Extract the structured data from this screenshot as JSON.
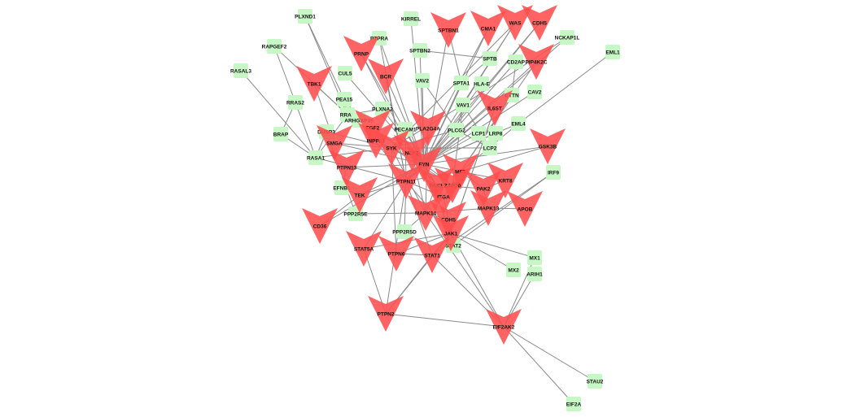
{
  "colors": {
    "edge": "#8a8a8a",
    "square_node": "#c7f7c4",
    "arrow_node": "#ff4d4d",
    "label": "#111111"
  },
  "nodes": [
    {
      "id": "PLXND1",
      "label": "PLXND1",
      "shape": "square"
    },
    {
      "id": "KIRREL",
      "label": "KIRREL",
      "shape": "square"
    },
    {
      "id": "SPTBN1",
      "label": "SPTBN1",
      "shape": "arrow"
    },
    {
      "id": "CMA1",
      "label": "CMA1",
      "shape": "arrow"
    },
    {
      "id": "WAS",
      "label": "WAS",
      "shape": "arrow"
    },
    {
      "id": "CDH5",
      "label": "CDH5",
      "shape": "arrow"
    },
    {
      "id": "NCKAP1L",
      "label": "NCKAP1L",
      "shape": "square"
    },
    {
      "id": "EML1",
      "label": "EML1",
      "shape": "square"
    },
    {
      "id": "RAPGEF2",
      "label": "RAPGEF2",
      "shape": "square"
    },
    {
      "id": "PRNP",
      "label": "PRNP",
      "shape": "arrow"
    },
    {
      "id": "PTPRA",
      "label": "PTPRA",
      "shape": "square"
    },
    {
      "id": "SPTBN2",
      "label": "SPTBN2",
      "shape": "square"
    },
    {
      "id": "SPTB",
      "label": "SPTB",
      "shape": "square"
    },
    {
      "id": "CD2AP",
      "label": "CD2AP",
      "shape": "square"
    },
    {
      "id": "PIP4K2C",
      "label": "PIP4K2C",
      "shape": "arrow"
    },
    {
      "id": "RASAL3",
      "label": "RASAL3",
      "shape": "square"
    },
    {
      "id": "TBK1",
      "label": "TBK1",
      "shape": "arrow"
    },
    {
      "id": "CUL5",
      "label": "CUL5",
      "shape": "square"
    },
    {
      "id": "BCR",
      "label": "BCR",
      "shape": "arrow"
    },
    {
      "id": "VAV2",
      "label": "VAV2",
      "shape": "square"
    },
    {
      "id": "SPTA1",
      "label": "SPTA1",
      "shape": "square"
    },
    {
      "id": "HLA-E",
      "label": "HLA-E",
      "shape": "square"
    },
    {
      "id": "CTTN",
      "label": "CTTN",
      "shape": "square"
    },
    {
      "id": "CAV2",
      "label": "CAV2",
      "shape": "square"
    },
    {
      "id": "PEA15",
      "label": "PEA15",
      "shape": "square"
    },
    {
      "id": "RRAS2",
      "label": "RRAS2",
      "shape": "square"
    },
    {
      "id": "PLXNA2",
      "label": "PLXNA2",
      "shape": "square"
    },
    {
      "id": "VAV1",
      "label": "VAV1",
      "shape": "square"
    },
    {
      "id": "IL6ST",
      "label": "IL6ST",
      "shape": "arrow"
    },
    {
      "id": "RRAS",
      "label": "RRAS",
      "shape": "square"
    },
    {
      "id": "ARHGAP35",
      "label": "ARHGAP35",
      "shape": "square"
    },
    {
      "id": "FGF2",
      "label": "FGF2",
      "shape": "arrow"
    },
    {
      "id": "PECAM1",
      "label": "PECAM1",
      "shape": "square"
    },
    {
      "id": "PLA2G4A",
      "label": "PLA2G4A",
      "shape": "arrow"
    },
    {
      "id": "PLCG2",
      "label": "PLCG2",
      "shape": "square"
    },
    {
      "id": "LCP1",
      "label": "LCP1",
      "shape": "square"
    },
    {
      "id": "LRP8",
      "label": "LRP8",
      "shape": "square"
    },
    {
      "id": "EML4",
      "label": "EML4",
      "shape": "square"
    },
    {
      "id": "BRAP",
      "label": "BRAP",
      "shape": "square"
    },
    {
      "id": "DUSP3",
      "label": "DUSP3",
      "shape": "square"
    },
    {
      "id": "INPPL1",
      "label": "INPPL1",
      "shape": "arrow"
    },
    {
      "id": "SYK",
      "label": "SYK",
      "shape": "arrow"
    },
    {
      "id": "NCF1",
      "label": "NCF1",
      "shape": "arrow"
    },
    {
      "id": "GSK3B",
      "label": "GSK3B",
      "shape": "arrow"
    },
    {
      "id": "SMGA",
      "label": "SMGA",
      "shape": "arrow"
    },
    {
      "id": "LCP2",
      "label": "LCP2",
      "shape": "square"
    },
    {
      "id": "RASA1",
      "label": "RASA1",
      "shape": "square"
    },
    {
      "id": "PTPN13",
      "label": "PTPN13",
      "shape": "arrow"
    },
    {
      "id": "FYN",
      "label": "FYN",
      "shape": "arrow"
    },
    {
      "id": "MET",
      "label": "MET",
      "shape": "arrow"
    },
    {
      "id": "IRF9",
      "label": "IRF9",
      "shape": "square"
    },
    {
      "id": "KRT8",
      "label": "KRT8",
      "shape": "arrow"
    },
    {
      "id": "EFNB1",
      "label": "EFNB1",
      "shape": "square"
    },
    {
      "id": "TEK",
      "label": "TEK",
      "shape": "arrow"
    },
    {
      "id": "PTPN11",
      "label": "PTPN11",
      "shape": "arrow"
    },
    {
      "id": "PAK1",
      "label": "PAK1",
      "shape": "arrow"
    },
    {
      "id": "ZAP70",
      "label": "ZAP70",
      "shape": "arrow"
    },
    {
      "id": "ITGA",
      "label": "ITGA",
      "shape": "arrow"
    },
    {
      "id": "PAK2",
      "label": "PAK2",
      "shape": "arrow"
    },
    {
      "id": "MAPK13",
      "label": "MAPK13",
      "shape": "arrow"
    },
    {
      "id": "APOB",
      "label": "APOB",
      "shape": "arrow"
    },
    {
      "id": "PPP2R5E",
      "label": "PPP2R5E",
      "shape": "square"
    },
    {
      "id": "MAPK14",
      "label": "MAPK14",
      "shape": "arrow"
    },
    {
      "id": "CD36",
      "label": "CD36",
      "shape": "arrow"
    },
    {
      "id": "CDH5b",
      "label": "CDH5",
      "shape": "arrow"
    },
    {
      "id": "PPP2R5D",
      "label": "PPP2R5D",
      "shape": "square"
    },
    {
      "id": "JAK1",
      "label": "JAK1",
      "shape": "arrow"
    },
    {
      "id": "STAT5A",
      "label": "STAT5A",
      "shape": "arrow"
    },
    {
      "id": "STAT2",
      "label": "STAT2",
      "shape": "square"
    },
    {
      "id": "PTPN6",
      "label": "PTPN6",
      "shape": "arrow"
    },
    {
      "id": "STAT1",
      "label": "STAT1",
      "shape": "arrow"
    },
    {
      "id": "MX1",
      "label": "MX1",
      "shape": "square"
    },
    {
      "id": "MX2",
      "label": "MX2",
      "shape": "square"
    },
    {
      "id": "ARIH1",
      "label": "ARIH1",
      "shape": "square"
    },
    {
      "id": "PTPN2",
      "label": "PTPN2",
      "shape": "arrow"
    },
    {
      "id": "EIF2AK2",
      "label": "EIF2AK2",
      "shape": "arrow"
    },
    {
      "id": "STAU2",
      "label": "STAU2",
      "shape": "square"
    },
    {
      "id": "EIF2A",
      "label": "EIF2A",
      "shape": "square"
    }
  ],
  "edges": [
    [
      "RASAL3",
      "RASA1"
    ],
    [
      "RAPGEF2",
      "RRAS2"
    ],
    [
      "RAPGEF2",
      "RRAS"
    ],
    [
      "PLXND1",
      "RRAS"
    ],
    [
      "PLXND1",
      "PEA15"
    ],
    [
      "RRAS2",
      "BRAP"
    ],
    [
      "RRAS2",
      "RASA1"
    ],
    [
      "RRAS",
      "RASA1"
    ],
    [
      "RRAS",
      "PEA15"
    ],
    [
      "RRAS",
      "ARHGAP35"
    ],
    [
      "RRAS",
      "PLXNA2"
    ],
    [
      "TBK1",
      "RRAS"
    ],
    [
      "TBK1",
      "SMGA"
    ],
    [
      "BRAP",
      "RASA1"
    ],
    [
      "DUSP3",
      "RASA1"
    ],
    [
      "RASA1",
      "SYK"
    ],
    [
      "RASA1",
      "PTPN11"
    ],
    [
      "EFNB1",
      "TEK"
    ],
    [
      "EFNB1",
      "PTPN13"
    ],
    [
      "TEK",
      "PTPN11"
    ],
    [
      "TEK",
      "FYN"
    ],
    [
      "PTPN13",
      "FYN"
    ],
    [
      "CD36",
      "FYN"
    ],
    [
      "PPP2R5E",
      "MAPK14"
    ],
    [
      "PPP2R5E",
      "DUSP3"
    ],
    [
      "PPP2R5D",
      "MAPK14"
    ],
    [
      "PPP2R5D",
      "PTPN11"
    ],
    [
      "STAT5A",
      "JAK1"
    ],
    [
      "STAT5A",
      "PTPN11"
    ],
    [
      "STAT5A",
      "PTPN2"
    ],
    [
      "PTPN6",
      "JAK1"
    ],
    [
      "PTPN6",
      "SYK"
    ],
    [
      "PTPN6",
      "STAT1"
    ],
    [
      "PTPN2",
      "JAK1"
    ],
    [
      "PTPN2",
      "STAT1"
    ],
    [
      "PTPN2",
      "EIF2AK2"
    ],
    [
      "PTPN2",
      "PTPN11"
    ],
    [
      "STAT1",
      "JAK1"
    ],
    [
      "STAT1",
      "EIF2AK2"
    ],
    [
      "STAT1",
      "IRF9"
    ],
    [
      "STAT2",
      "JAK1"
    ],
    [
      "STAT2",
      "IRF9"
    ],
    [
      "JAK1",
      "EIF2AK2"
    ],
    [
      "JAK1",
      "IL6ST"
    ],
    [
      "JAK1",
      "MX1"
    ],
    [
      "JAK1",
      "MX2"
    ],
    [
      "EIF2AK2",
      "MX1"
    ],
    [
      "EIF2AK2",
      "ARIH1"
    ],
    [
      "EIF2AK2",
      "STAU2"
    ],
    [
      "EIF2AK2",
      "EIF2A"
    ],
    [
      "EIF2AK2",
      "MAPK14"
    ],
    [
      "MAPK14",
      "MAPK13"
    ],
    [
      "MAPK14",
      "CDH5b"
    ],
    [
      "MAPK14",
      "PAK1"
    ],
    [
      "MAPK13",
      "APOB"
    ],
    [
      "MAPK13",
      "PAK2"
    ],
    [
      "KRT8",
      "PAK2"
    ],
    [
      "KRT8",
      "MET"
    ],
    [
      "GSK3B",
      "MET"
    ],
    [
      "GSK3B",
      "FYN"
    ],
    [
      "EML4",
      "EML1"
    ],
    [
      "EML4",
      "MET"
    ],
    [
      "LCP2",
      "VAV1"
    ],
    [
      "LCP2",
      "SYK"
    ],
    [
      "LCP1",
      "LCP2"
    ],
    [
      "LRP8",
      "FYN"
    ],
    [
      "PLCG2",
      "SYK"
    ],
    [
      "PLCG2",
      "VAV1"
    ],
    [
      "PLCG2",
      "LCP2"
    ],
    [
      "VAV1",
      "SYK"
    ],
    [
      "VAV1",
      "ZAP70"
    ],
    [
      "VAV1",
      "WAS"
    ],
    [
      "VAV1",
      "NCKAP1L"
    ],
    [
      "VAV2",
      "PLCG2"
    ],
    [
      "VAV2",
      "FYN"
    ],
    [
      "SPTA1",
      "SPTB"
    ],
    [
      "SPTA1",
      "SPTBN1"
    ],
    [
      "SPTB",
      "SPTBN2"
    ],
    [
      "SPTBN2",
      "FYN"
    ],
    [
      "SPTBN1",
      "FYN"
    ],
    [
      "CMA1",
      "PTPN11"
    ],
    [
      "WAS",
      "FYN"
    ],
    [
      "WAS",
      "SYK"
    ],
    [
      "CDH5",
      "PTPN11"
    ],
    [
      "CDH5",
      "FYN"
    ],
    [
      "NCKAP1L",
      "FYN"
    ],
    [
      "CD2AP",
      "FYN"
    ],
    [
      "CD2AP",
      "CTTN"
    ],
    [
      "PIP4K2C",
      "FYN"
    ],
    [
      "CTTN",
      "MET"
    ],
    [
      "CAV2",
      "FYN"
    ],
    [
      "HLA-E",
      "FYN"
    ],
    [
      "IL6ST",
      "PTPN11"
    ],
    [
      "IL6ST",
      "FYN"
    ],
    [
      "KIRREL",
      "FYN"
    ],
    [
      "PTPRA",
      "FYN"
    ],
    [
      "PTPRA",
      "PTPN11"
    ],
    [
      "PRNP",
      "FYN"
    ],
    [
      "PRNP",
      "NCF1"
    ],
    [
      "BCR",
      "FYN"
    ],
    [
      "BCR",
      "PTPN11"
    ],
    [
      "CUL5",
      "FYN"
    ],
    [
      "PEA15",
      "PTPN11"
    ],
    [
      "PLXNA2",
      "FYN"
    ],
    [
      "ARHGAP35",
      "FYN"
    ],
    [
      "FGF2",
      "FYN"
    ],
    [
      "PECAM1",
      "PTPN11"
    ],
    [
      "PECAM1",
      "FYN"
    ],
    [
      "PLA2G4A",
      "FYN"
    ],
    [
      "PLA2G4A",
      "MAPK14"
    ],
    [
      "INPPL1",
      "SYK"
    ],
    [
      "INPPL1",
      "FYN"
    ],
    [
      "SYK",
      "FYN"
    ],
    [
      "SYK",
      "ZAP70"
    ],
    [
      "NCF1",
      "FYN"
    ],
    [
      "NCF1",
      "PAK1"
    ],
    [
      "SMGA",
      "FYN"
    ],
    [
      "SMGA",
      "SYK"
    ],
    [
      "FYN",
      "PTPN11"
    ],
    [
      "FYN",
      "MET"
    ],
    [
      "FYN",
      "PAK1"
    ],
    [
      "FYN",
      "ITGA"
    ],
    [
      "FYN",
      "ZAP70"
    ],
    [
      "FYN",
      "JAK1"
    ],
    [
      "PTPN11",
      "MET"
    ],
    [
      "PTPN11",
      "JAK1"
    ],
    [
      "PTPN11",
      "STAT1"
    ],
    [
      "PTPN11",
      "ITGA"
    ],
    [
      "PAK1",
      "PAK2"
    ],
    [
      "PAK1",
      "ITGA"
    ],
    [
      "ZAP70",
      "ITGA"
    ],
    [
      "MET",
      "PAK2"
    ],
    [
      "MET",
      "ITGA"
    ],
    [
      "ITGA",
      "CDH5b"
    ],
    [
      "CDH5b",
      "JAK1"
    ],
    [
      "CD36",
      "TEK"
    ],
    [
      "DUSP3",
      "SYK"
    ],
    [
      "SYK",
      "MAPK14"
    ],
    [
      "NCF1",
      "MAPK14"
    ],
    [
      "LCP1",
      "FYN"
    ],
    [
      "EML4",
      "FYN"
    ],
    [
      "SPTA1",
      "FYN"
    ],
    [
      "CMA1",
      "FYN"
    ],
    [
      "PIP4K2C",
      "MET"
    ],
    [
      "IL6ST",
      "JAK1"
    ]
  ]
}
